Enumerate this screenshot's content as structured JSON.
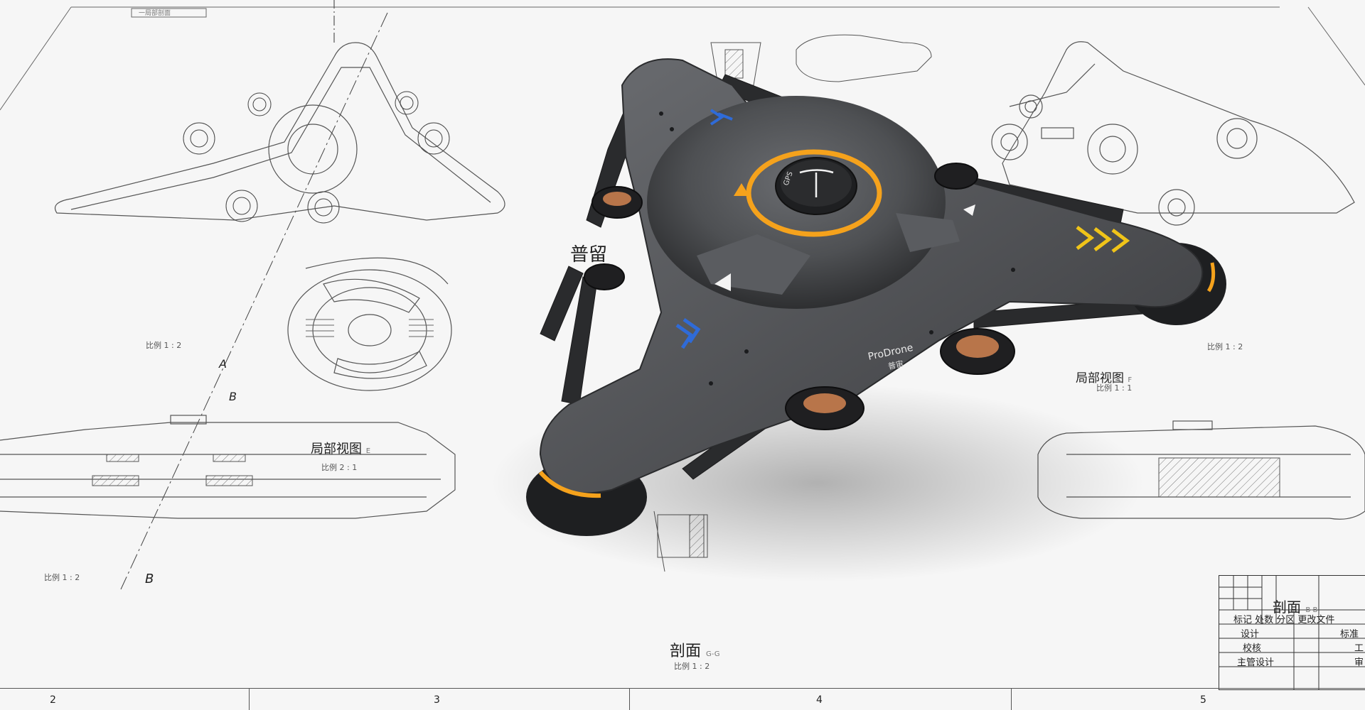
{
  "labels": {
    "partial_view_f": "局部视图",
    "partial_view_f_tag": "F",
    "scale_1_1": "比例 1 : 1",
    "partial_view_e": "局部视图",
    "partial_view_e_tag": "E",
    "scale_2_1": "比例 2 : 1",
    "section_gg": "剖面",
    "section_gg_tag": "G-G",
    "scale_1_2_bottom": "比例 1 : 2",
    "scale_1_2_left_top": "比例 1 : 2",
    "scale_1_2_left_bottom": "比例 1 : 2",
    "scale_1_2_right": "比例 1 : 2",
    "section_partial": "普留",
    "marker_a": "A",
    "marker_b_top": "B",
    "marker_b_bottom": "B",
    "header_note": "一局部剖面"
  },
  "ruler": {
    "n2": "2",
    "n3": "3",
    "n4": "4",
    "n5": "5"
  },
  "title_block": {
    "section": "剖面",
    "section_tag": "B-B",
    "row_header": "标记 处数 分区 更改文件",
    "design": "设计",
    "standard": "标准",
    "check": "校核",
    "process": "工",
    "supervisor": "主管设计",
    "approve": "审"
  },
  "drone": {
    "brand": "ProDrone",
    "brand_cn": "普宙",
    "gps": "GPS",
    "colors": {
      "body": "#4e5053",
      "orange": "#f5a21c",
      "blue": "#2f6bd8",
      "arm": "#2a2b2d",
      "yellow": "#f0c419"
    }
  }
}
